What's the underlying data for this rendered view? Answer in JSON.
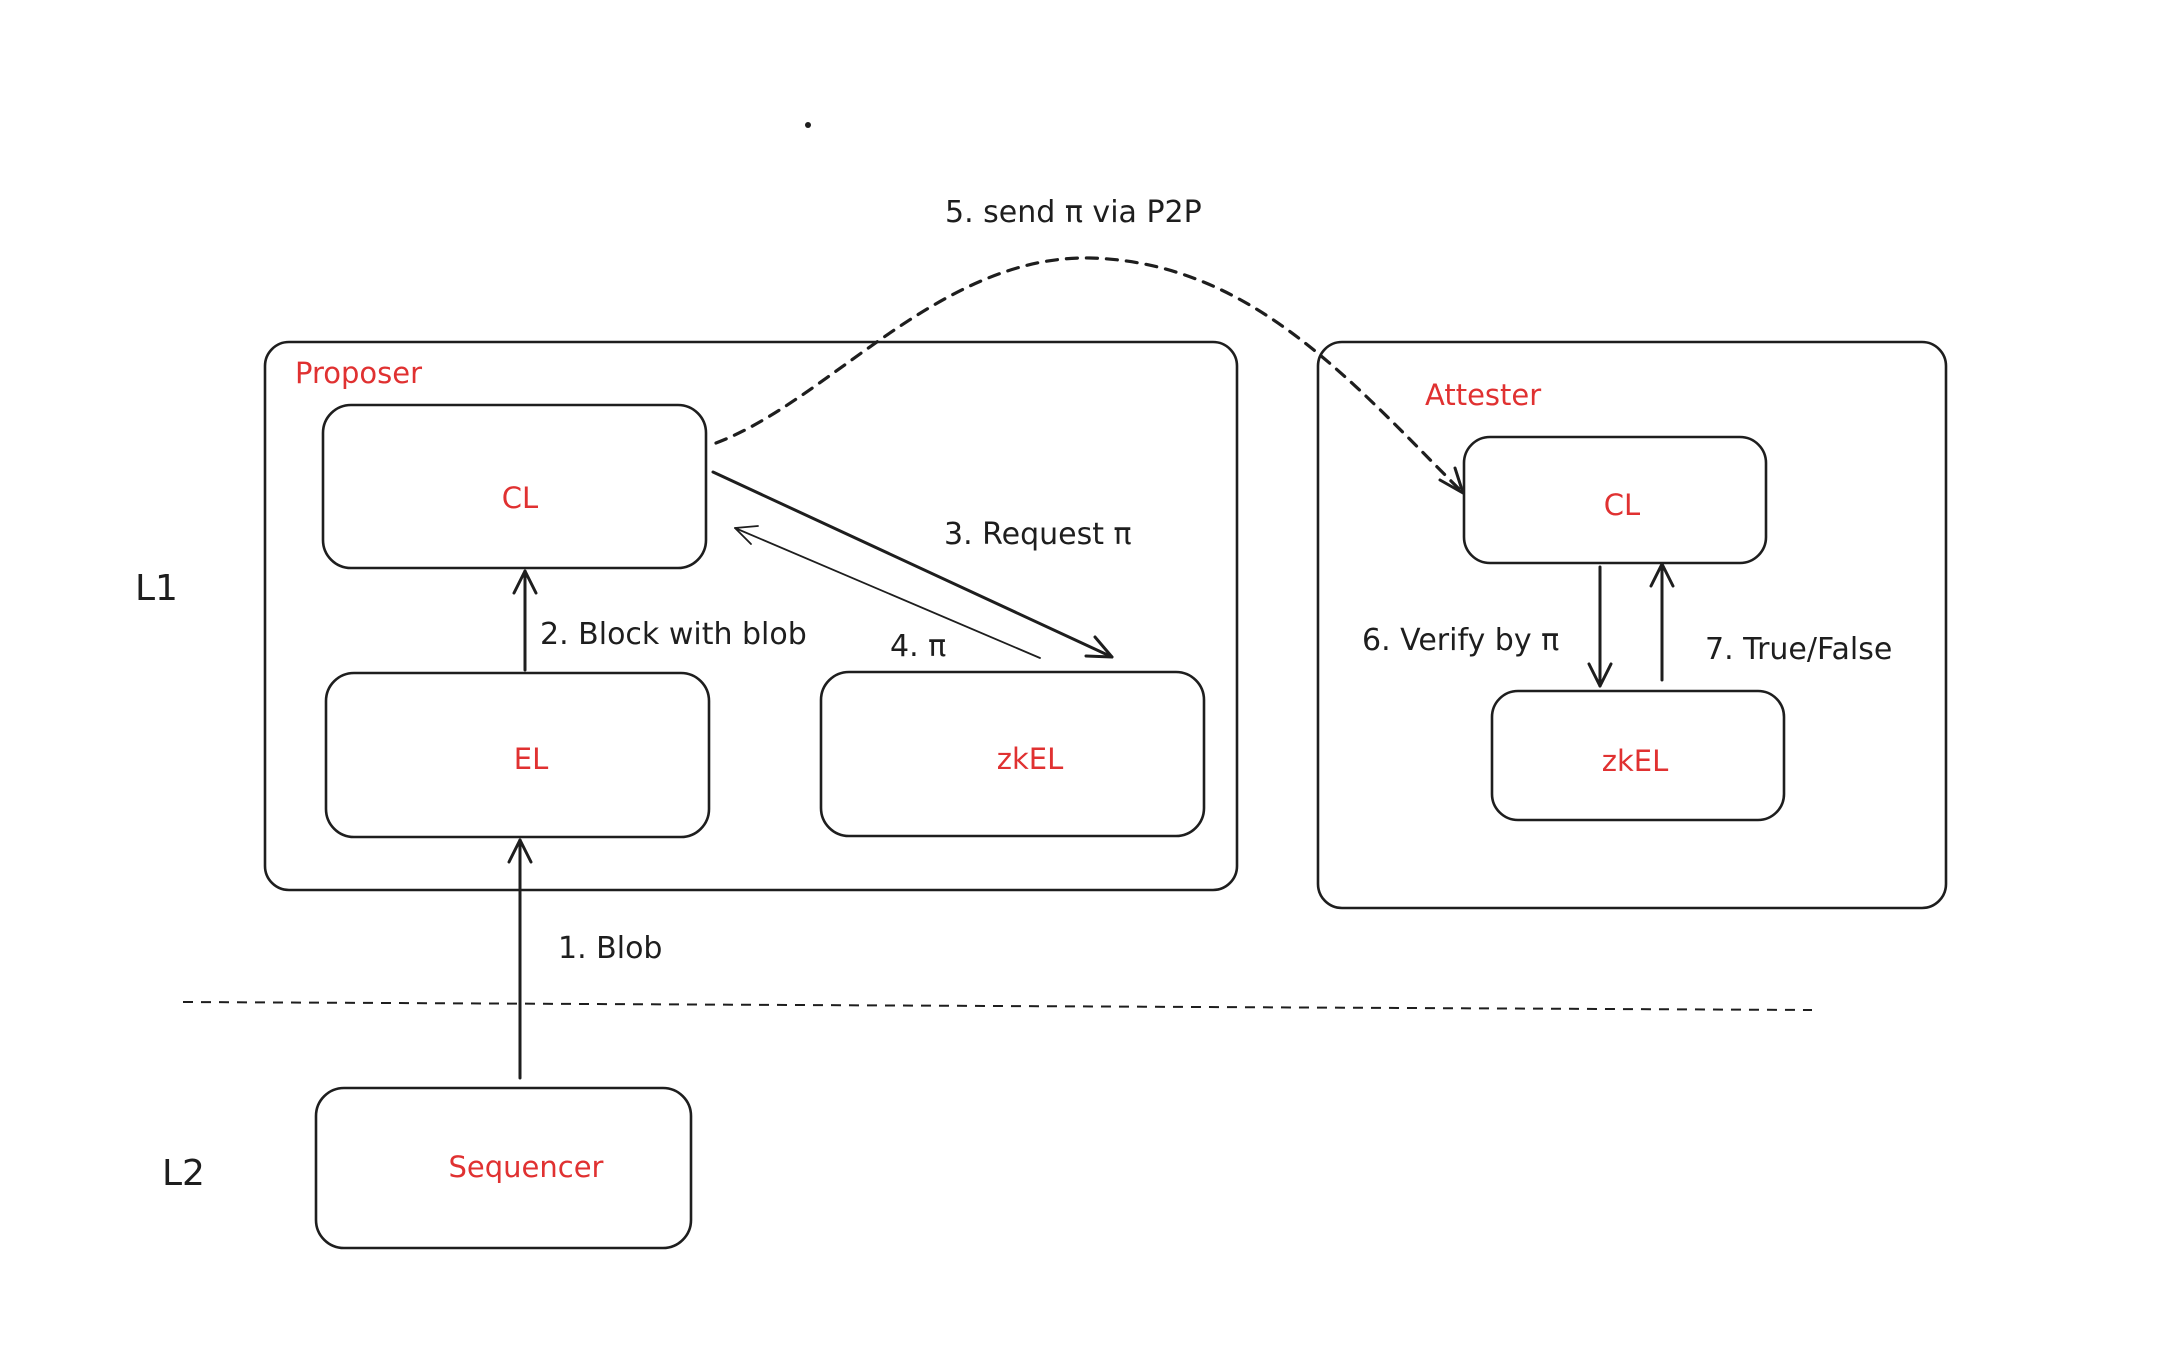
{
  "layers": {
    "l1": "L1",
    "l2": "L2"
  },
  "proposer": {
    "title": "Proposer",
    "cl": "CL",
    "el": "EL",
    "zkel": "zkEL"
  },
  "attester": {
    "title": "Attester",
    "cl": "CL",
    "zkel": "zkEL"
  },
  "sequencer": {
    "label": "Sequencer"
  },
  "steps": {
    "s1": "1. Blob",
    "s2": "2. Block with blob",
    "s3": "3. Request π",
    "s4": "4. π",
    "s5": "5. send π via P2P",
    "s6": "6. Verify by π",
    "s7": "7. True/False"
  },
  "colors": {
    "component_label": "#e03131",
    "stroke": "#1e1e1e",
    "background": "#ffffff"
  }
}
